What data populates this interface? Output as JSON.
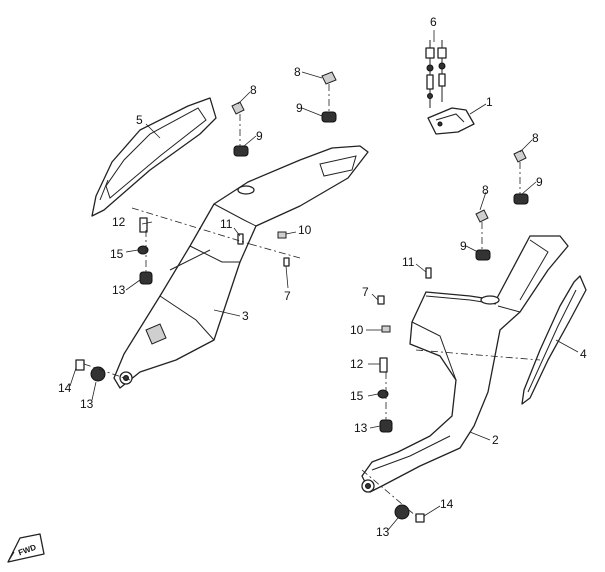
{
  "diagram": {
    "callouts": [
      "1",
      "2",
      "3",
      "4",
      "5",
      "6",
      "7",
      "8",
      "9",
      "10",
      "11",
      "12",
      "13",
      "14",
      "15"
    ],
    "direction_badge": "FWD"
  }
}
